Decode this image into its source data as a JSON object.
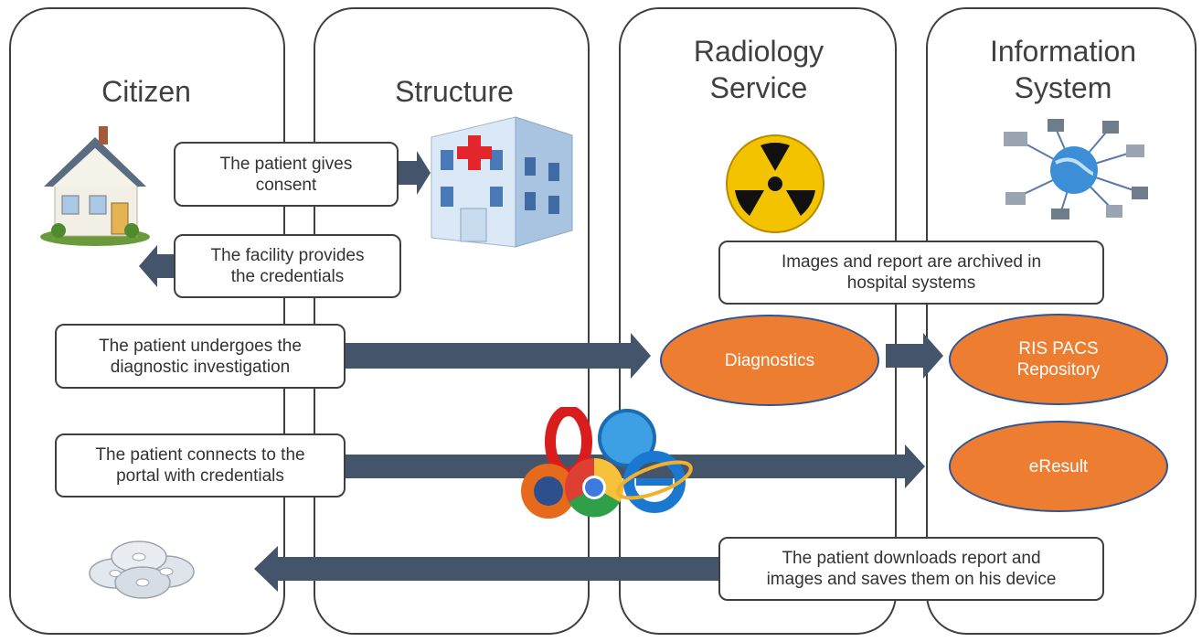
{
  "lanes": {
    "citizen": "Citizen",
    "structure": "Structure",
    "radiology_line1": "Radiology",
    "radiology_line2": "Service",
    "infosys_line1": "Information",
    "infosys_line2": "System"
  },
  "steps": {
    "consent_line1": "The patient gives",
    "consent_line2": "consent",
    "credentials_line1": "The facility provides",
    "credentials_line2": "the credentials",
    "investigation_line1": "The patient undergoes the",
    "investigation_line2": "diagnostic investigation",
    "connect_line1": "The patient connects to the",
    "connect_line2": "portal with credentials",
    "archive_line1": "Images and report are archived in",
    "archive_line2": "hospital systems",
    "download_line1": "The patient downloads report and",
    "download_line2": "images and saves them on his device"
  },
  "nodes": {
    "diagnostics": "Diagnostics",
    "ris_line1": "RIS PACS",
    "ris_line2": "Repository",
    "eresult": "eResult"
  },
  "icons": [
    "house-icon",
    "hospital-icon",
    "radiation-icon",
    "network-icon",
    "browsers-icon",
    "discs-icon"
  ],
  "colors": {
    "arrow": "#44546a",
    "node_fill": "#ed7d31",
    "node_border": "#2f5597",
    "lane_border": "#3f3f3f"
  }
}
